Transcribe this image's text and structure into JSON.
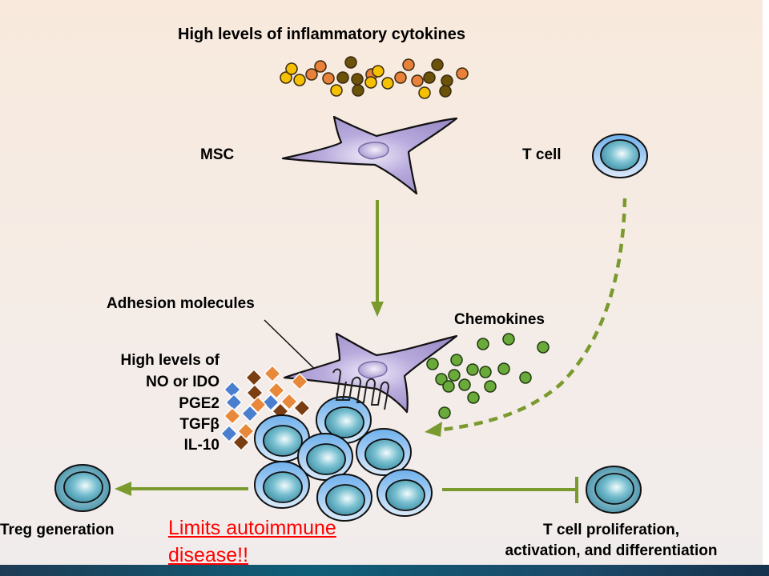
{
  "title": "High levels of inflammatory cytokines",
  "labels": {
    "msc": "MSC",
    "t_cell": "T cell",
    "adhesion": "Adhesion molecules",
    "chemokines": "Chemokines",
    "factors_header_1": "High levels of",
    "factors_header_2": "NO or IDO",
    "factor_pge2": "PGE2",
    "factor_tgfb": "TGFβ",
    "factor_il10": "IL-10",
    "treg": "Treg generation",
    "tcell_outcome_1": "T cell proliferation,",
    "tcell_outcome_2": "activation, and differentiation"
  },
  "annotation": {
    "line1": "Limits autoimmune",
    "line2": "disease!!"
  },
  "colors": {
    "arrow_green": "#7a9a2e",
    "chemokine_green": "#6aaa3a",
    "msc_purple": "#a99ad0",
    "cell_outer": "#8fc2ee",
    "cell_inner": "#4f9fb5",
    "cytokine_yellow": "#f5c000",
    "cytokine_orange": "#e8813a",
    "cytokine_brown": "#6b5208",
    "diamond_blue": "#4a7fcf",
    "diamond_orange": "#e8883a",
    "diamond_brown": "#7a3e12",
    "annotation_red": "#ff0000"
  }
}
